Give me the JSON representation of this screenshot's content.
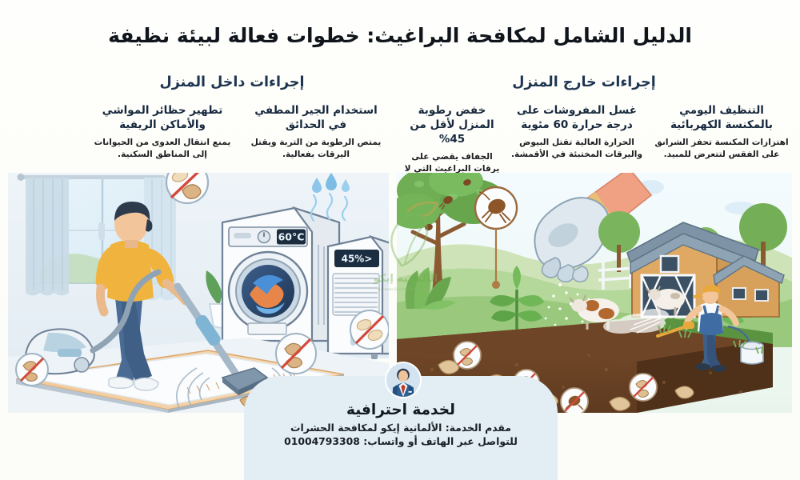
{
  "title": "الدليل الشامل لمكافحة البراغيث: خطوات فعالة لبيئة نظيفة",
  "sections": {
    "indoor_header": "إجراءات داخل المنزل",
    "outdoor_header": "إجراءات خارج المنزل"
  },
  "cards": [
    {
      "id": "daily-vacuuming",
      "heading": "التنظيف اليومي بالمكنسة الكهربائية",
      "body": "اهتزازات المكنسة تحفز الشرانق على الفقس لتتعرض للمبيد."
    },
    {
      "id": "wash-linens-60c",
      "heading": "غسل المفروشات على درجة حرارة 60 مئوية",
      "body": "الحرارة العالية تقتل البيوض واليرقات المختبئة في الأقمشة."
    },
    {
      "id": "reduce-humidity",
      "heading": "خفض رطوبة المنزل لأقل من 45%",
      "body": "الجفاف يقضي على يرقات البراغيث التي لا تستطيع تحمله."
    },
    {
      "id": "slaked-lime-gardens",
      "heading": "استخدام الجير المطفي في الحدائق",
      "body": "يمتص الرطوبة من التربة ويقتل اليرقات بفعالية."
    },
    {
      "id": "disinfect-livestock-pens",
      "heading": "تطهير حظائر المواشي والأماكن الريفية",
      "body": "يمنع انتقال العدوى من الحيوانات إلى المناطق السكنية."
    }
  ],
  "illustrations": {
    "indoor": {
      "name": "indoor-cleaning-scene",
      "washer_display": "60°C",
      "dehumidifier_display": "<45%"
    },
    "outdoor": {
      "name": "outdoor-garden-farm-scene"
    }
  },
  "watermark": {
    "brand": "الألمانية إيكو",
    "sub": "German Eco for Pest Control"
  },
  "footer": {
    "title": "لخدمة احترافية",
    "provider": "مقدم الخدمة: الألمانية إيكو لمكافحة الحشرات",
    "contact": "للتواصل عبر الهاتف أو واتساب: 01004793308"
  },
  "colors": {
    "title": "#10151c",
    "section_header": "#1d3550",
    "card_heading": "#16283d",
    "body_text": "#1c1c20",
    "footer_plate": "#e2edf4",
    "brand_green": "#6fae4a"
  }
}
